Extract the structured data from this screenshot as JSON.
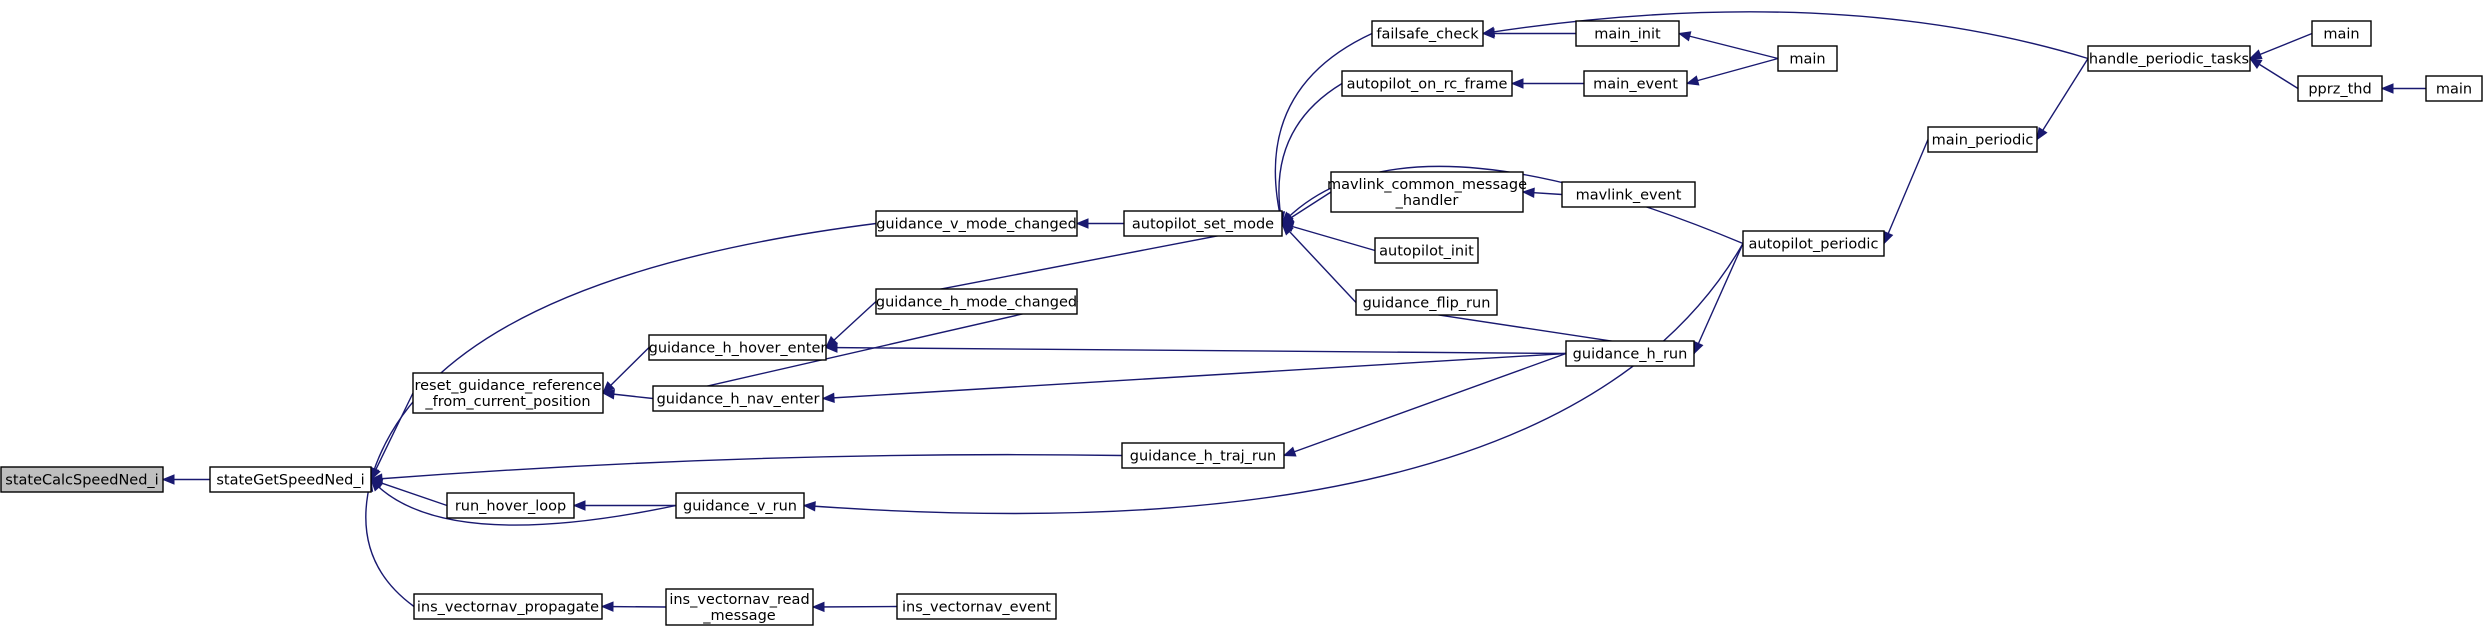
{
  "graph": {
    "colors": {
      "edge": "#191970",
      "root_fill": "#bfbfbf",
      "node_fill": "#ffffff",
      "node_stroke": "#000000"
    },
    "nodes": [
      {
        "id": "n0",
        "label": [
          "stateCalcSpeedNed_i"
        ],
        "root": true
      },
      {
        "id": "n1",
        "label": [
          "stateGetSpeedNed_i"
        ]
      },
      {
        "id": "n2",
        "label": [
          "guidance_v_mode_changed"
        ]
      },
      {
        "id": "n3",
        "label": [
          "reset_guidance_reference",
          "_from_current_position"
        ]
      },
      {
        "id": "n4",
        "label": [
          "guidance_h_traj_run"
        ]
      },
      {
        "id": "n5",
        "label": [
          "run_hover_loop"
        ]
      },
      {
        "id": "n6",
        "label": [
          "guidance_v_run"
        ]
      },
      {
        "id": "n7",
        "label": [
          "ins_vectornav_propagate"
        ]
      },
      {
        "id": "n8",
        "label": [
          "autopilot_set_mode"
        ]
      },
      {
        "id": "n9",
        "label": [
          "guidance_h_hover_enter"
        ]
      },
      {
        "id": "n10",
        "label": [
          "guidance_h_nav_enter"
        ]
      },
      {
        "id": "n11",
        "label": [
          "guidance_h_mode_changed"
        ]
      },
      {
        "id": "n12",
        "label": [
          "guidance_h_run"
        ]
      },
      {
        "id": "n13",
        "label": [
          "autopilot_periodic"
        ]
      },
      {
        "id": "n14",
        "label": [
          "ins_vectornav_read",
          "_message"
        ]
      },
      {
        "id": "n15",
        "label": [
          "ins_vectornav_event"
        ]
      },
      {
        "id": "n16",
        "label": [
          "failsafe_check"
        ]
      },
      {
        "id": "n17",
        "label": [
          "autopilot_on_rc_frame"
        ]
      },
      {
        "id": "n18",
        "label": [
          "mavlink_common_message",
          "_handler"
        ]
      },
      {
        "id": "n19",
        "label": [
          "autopilot_init"
        ]
      },
      {
        "id": "n20",
        "label": [
          "guidance_flip_run"
        ]
      },
      {
        "id": "n21",
        "label": [
          "main_init"
        ]
      },
      {
        "id": "n22",
        "label": [
          "main_event"
        ]
      },
      {
        "id": "n23",
        "label": [
          "mavlink_event"
        ]
      },
      {
        "id": "n24",
        "label": [
          "main"
        ]
      },
      {
        "id": "n25",
        "label": [
          "main_periodic"
        ]
      },
      {
        "id": "n26",
        "label": [
          "handle_periodic_tasks"
        ]
      },
      {
        "id": "n27",
        "label": [
          "main"
        ]
      },
      {
        "id": "n28",
        "label": [
          "pprz_thd"
        ]
      },
      {
        "id": "n29",
        "label": [
          "main"
        ]
      }
    ],
    "edges": [
      {
        "from": "n1",
        "to": "n0"
      },
      {
        "from": "n2",
        "to": "n1"
      },
      {
        "from": "n3",
        "to": "n1"
      },
      {
        "from": "n4",
        "to": "n1"
      },
      {
        "from": "n5",
        "to": "n1"
      },
      {
        "from": "n6",
        "to": "n1"
      },
      {
        "from": "n7",
        "to": "n1"
      },
      {
        "from": "n8",
        "to": "n2"
      },
      {
        "from": "n9",
        "to": "n3"
      },
      {
        "from": "n10",
        "to": "n3"
      },
      {
        "from": "n12",
        "to": "n4"
      },
      {
        "from": "n6",
        "to": "n5"
      },
      {
        "from": "n13",
        "to": "n6"
      },
      {
        "from": "n14",
        "to": "n7"
      },
      {
        "from": "n16",
        "to": "n8"
      },
      {
        "from": "n17",
        "to": "n8"
      },
      {
        "from": "n18",
        "to": "n8"
      },
      {
        "from": "n19",
        "to": "n8"
      },
      {
        "from": "n20",
        "to": "n8"
      },
      {
        "from": "n13",
        "to": "n8"
      },
      {
        "from": "n11",
        "to": "n8"
      },
      {
        "from": "n11",
        "to": "n9"
      },
      {
        "from": "n12",
        "to": "n9"
      },
      {
        "from": "n12",
        "to": "n10"
      },
      {
        "from": "n10",
        "to": "n11"
      },
      {
        "from": "n20",
        "to": "n12"
      },
      {
        "from": "n13",
        "to": "n12"
      },
      {
        "from": "n25",
        "to": "n13"
      },
      {
        "from": "n15",
        "to": "n14"
      },
      {
        "from": "n21",
        "to": "n16"
      },
      {
        "from": "n26",
        "to": "n16"
      },
      {
        "from": "n22",
        "to": "n17"
      },
      {
        "from": "n23",
        "to": "n18"
      },
      {
        "from": "n24",
        "to": "n21"
      },
      {
        "from": "n24",
        "to": "n22"
      },
      {
        "from": "n26",
        "to": "n25"
      },
      {
        "from": "n27",
        "to": "n26"
      },
      {
        "from": "n28",
        "to": "n26"
      },
      {
        "from": "n29",
        "to": "n28"
      }
    ]
  }
}
